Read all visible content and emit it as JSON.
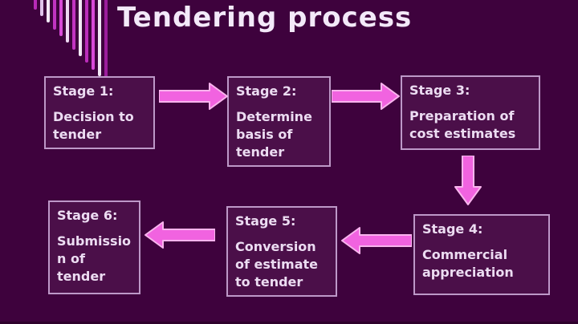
{
  "title": "Tendering process",
  "colors": {
    "background": "#3e023d",
    "box_fill": "#4b0f49",
    "box_border": "#bd98c8",
    "text": "#ecdcf2",
    "title_text": "#f3e9f9",
    "arrow_fill": "#f163e0",
    "arrow_stroke": "#f9b4ee"
  },
  "decoration": {
    "name": "stripe-bars-ornament",
    "stripes": [
      {
        "color": "#b82ab8",
        "height": 12
      },
      {
        "color": "#dfc3ea",
        "height": 20
      },
      {
        "color": "#f3eaf7",
        "height": 28
      },
      {
        "color": "#c133c1",
        "height": 37
      },
      {
        "color": "#d84ad8",
        "height": 45
      },
      {
        "color": "#eed9f3",
        "height": 53
      },
      {
        "color": "#c133c1",
        "height": 62
      },
      {
        "color": "#f3eaf7",
        "height": 70
      },
      {
        "color": "#bb2dbb",
        "height": 78
      },
      {
        "color": "#d84ad8",
        "height": 87
      },
      {
        "color": "#f3eaf7",
        "height": 95
      },
      {
        "color": "#9c1d9c",
        "height": 103
      }
    ]
  },
  "stages": [
    {
      "label": "Stage 1:",
      "text": "Decision to\ntender"
    },
    {
      "label": "Stage 2:",
      "text": "Determine\nbasis of\ntender"
    },
    {
      "label": "Stage 3:",
      "text": "Preparation of\ncost estimates"
    },
    {
      "label": "Stage 4:",
      "text": "Commercial\nappreciation"
    },
    {
      "label": "Stage 5:",
      "text": "Conversion\nof estimate\nto tender"
    },
    {
      "label": "Stage 6:",
      "text": "Submissio\nn of\ntender"
    }
  ],
  "arrows": [
    {
      "name": "arrow-stage1-stage2",
      "dir": "right"
    },
    {
      "name": "arrow-stage2-stage3",
      "dir": "right"
    },
    {
      "name": "arrow-stage3-stage4",
      "dir": "down"
    },
    {
      "name": "arrow-stage4-stage5",
      "dir": "left"
    },
    {
      "name": "arrow-stage5-stage6",
      "dir": "left"
    }
  ]
}
